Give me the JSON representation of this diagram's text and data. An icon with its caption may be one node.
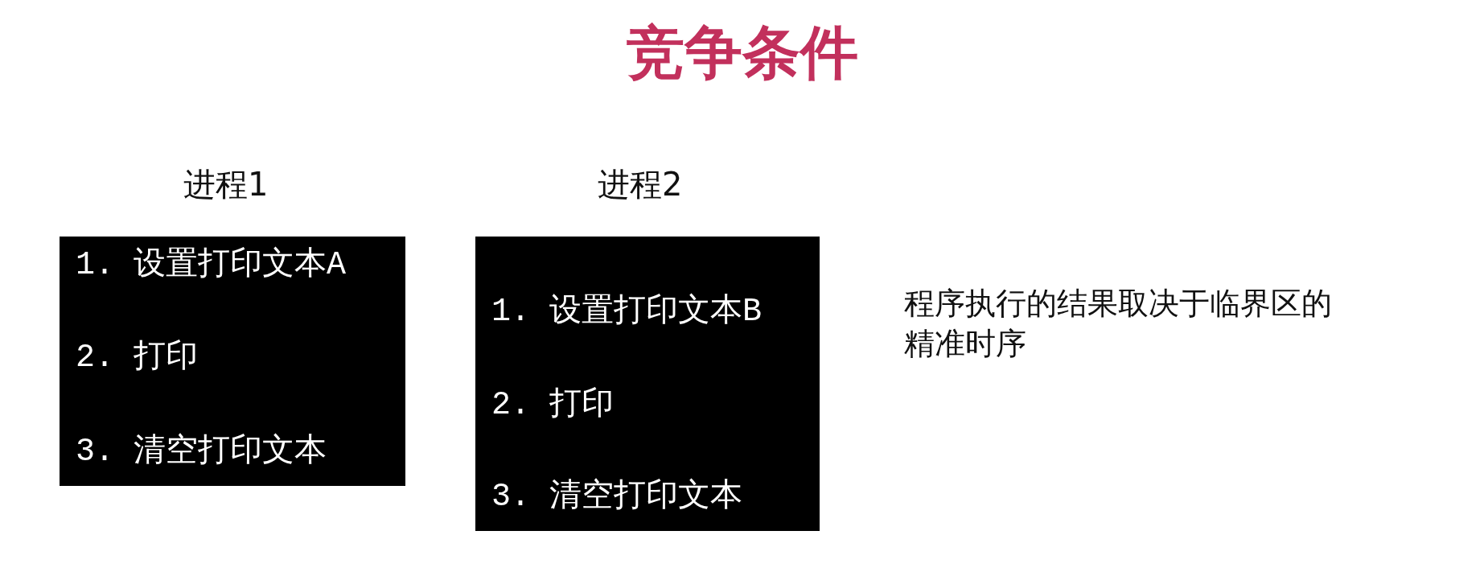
{
  "diagram": {
    "title": "竞争条件",
    "nodes": [
      {
        "text": [
          "进程1",
          "1. 设置打印文本A",
          "2. 打印",
          "3. 清空打印文本"
        ]
      },
      {
        "text": [
          "进程2",
          "1. 设置打印文本B",
          "2. 打印",
          "3. 清空打印文本"
        ]
      }
    ],
    "edges": [],
    "labels": [
      "程序执行的结果取决于临界区的精准时序"
    ]
  }
}
